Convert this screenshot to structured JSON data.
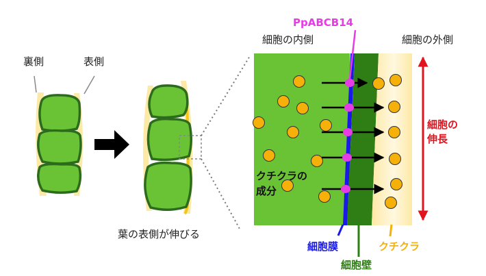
{
  "labels": {
    "back_side": "裏側",
    "front_side": "表側",
    "caption_front_grows": "葉の表側が伸びる",
    "inner_side": "細胞の内側",
    "outer_side": "細胞の外側",
    "protein": "PpABCB14",
    "cuticle_component_line1": "クチクラの",
    "cuticle_component_line2": "成分",
    "cell_elongation_line1": "細胞の",
    "cell_elongation_line2": "伸長",
    "cell_membrane": "細胞膜",
    "cell_wall": "細胞壁",
    "cuticle": "クチクラ"
  },
  "colors": {
    "cell_green": "#6ac335",
    "cell_outline": "#2c6b1e",
    "cuticle_yellow": "#fde9a6",
    "membrane_blue": "#1a1ae6",
    "wall_green": "#2e7d15",
    "protein_magenta": "#e63ce6",
    "elongation_red": "#e0141e",
    "dot_orange": "#f5b00a"
  }
}
